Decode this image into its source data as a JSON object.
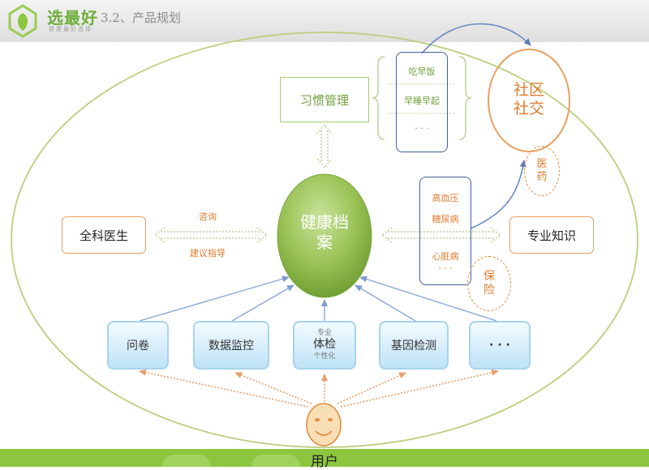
{
  "header": {
    "logo_text": "选最好",
    "logo_sub": "健康最好选择",
    "slide_title": "3.2、产品规划"
  },
  "center": {
    "line1": "健康档",
    "line2": "案"
  },
  "habit": {
    "label": "习惯管理",
    "items": [
      "吃早饭",
      "早睡早起",
      "· · ·"
    ]
  },
  "social": {
    "line1": "社区",
    "line2": "社交"
  },
  "medicine": {
    "line1": "医",
    "line2": "药"
  },
  "insurance": {
    "line1": "保",
    "line2": "险"
  },
  "doctor": {
    "label": "全科医生",
    "link_top": "咨询",
    "link_bottom": "建议指导"
  },
  "knowledge": {
    "label": "专业知识"
  },
  "diseases": [
    "高血压",
    "糖尿病",
    "心脏病",
    "· · ·"
  ],
  "modules": {
    "questionnaire": "问卷",
    "data_monitor": "数据监控",
    "checkup_top": "专业",
    "checkup": "体检",
    "checkup_bottom": "个性化",
    "gene_test": "基因检测",
    "more": "· · ·"
  },
  "user": {
    "label": "用户"
  },
  "colors": {
    "green": "#8cc63e",
    "orange": "#e8863a",
    "blue": "#3f5fa0",
    "module_border": "#a6d3ee"
  }
}
